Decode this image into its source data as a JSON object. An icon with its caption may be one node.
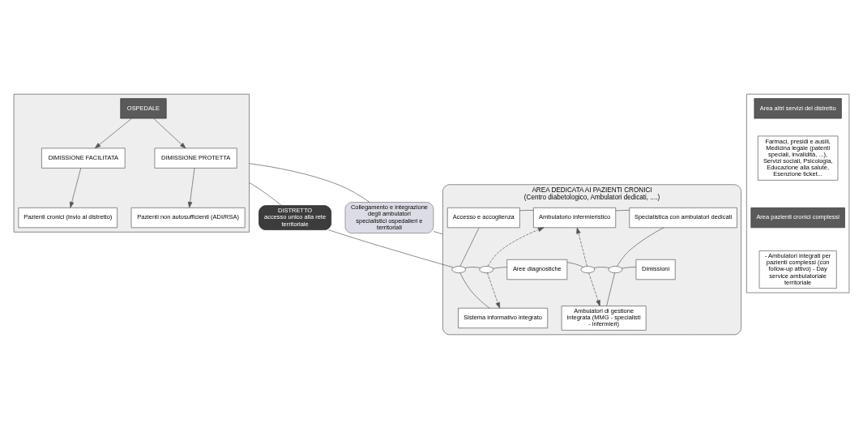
{
  "diagram": {
    "nodes": [
      {
        "text": [],
        "shape": "box"
      },
      {
        "text": [
          "OSPEDALE"
        ],
        "in": 0
      },
      {
        "text": [
          "DIMISSIONE FACILITATA"
        ],
        "in": 0
      },
      {
        "text": [
          "DIMISSIONE PROTETTA"
        ],
        "in": 0
      },
      {
        "text": [
          "Pazienti cronici (invio al distretto)"
        ],
        "in": 0
      },
      {
        "text": [
          "Pazienti non autosufficienti (ADI/RSA)"
        ],
        "in": 0
      },
      {
        "text": [
          "Collegamento e integrazione degli ambulatori specialistici ospedalieri e territoriali"
        ]
      },
      {
        "text": [
          "AREA DEDICATA AI PAZIENTI CRONICI",
          "(Centro diabetologico, Ambulatori dedicati, ....)"
        ]
      },
      {
        "text": [
          "Accesso e accoglienza"
        ],
        "in": 7
      },
      {
        "text": [
          "Ambulatorio infermieristico"
        ],
        "in": 7
      },
      {
        "text": [
          "Specialistica con ambulatori dedicati"
        ],
        "in": 7
      },
      {
        "text": [],
        "shape": "ellipse",
        "in": 7
      },
      {
        "text": [],
        "shape": "ellipse",
        "in": 7
      },
      {
        "text": [
          "Aree diagnostiche"
        ],
        "in": 7
      },
      {
        "text": [],
        "shape": "ellipse",
        "in": 7
      },
      {
        "text": [],
        "shape": "ellipse",
        "in": 7
      },
      {
        "text": [
          "Dimissioni"
        ],
        "in": 7
      },
      {
        "text": [
          "Sistema informativo integrato"
        ],
        "in": 7
      },
      {
        "text": [
          "Ambulatori di gestione integrata (MMG - specialisti - infermieri)"
        ],
        "in": 7
      },
      {
        "text": [
          "DISTRETTO",
          "accesso unico alla rete territoriale"
        ]
      },
      {
        "text": [],
        "shape": "box"
      },
      {
        "text": [
          "Area altri servizi del distretto"
        ],
        "in": 20
      },
      {
        "text": [
          "Farmaci, presidi e ausili, Medicina legale (patenti speciali, invalidità, ...), Servizi sociali, Psicologia, Educazione alla salute, Esenzione ticket..."
        ],
        "in": 20
      },
      {
        "text": [
          "Area pazienti cronici complessi"
        ],
        "in": 20
      },
      {
        "text": [
          "- Ambulatori integrati per pazienti complessi (con follow-up attivo) - Day service ambulatoriale territoriale"
        ],
        "in": 20
      }
    ],
    "edges": [
      {
        "from": 1,
        "to": 2,
        "arrow": "to"
      },
      {
        "from": 1,
        "to": 3,
        "arrow": "to"
      },
      {
        "from": 2,
        "to": 4,
        "arrow": "to"
      },
      {
        "from": 3,
        "to": 5,
        "arrow": "to"
      },
      {
        "from": 0,
        "to": 6,
        "arrow": "none"
      },
      {
        "from": 6,
        "to": 7,
        "arrow": "none"
      },
      {
        "from": 0,
        "to": 19,
        "arrow": "none"
      },
      {
        "from": 19,
        "to": 11,
        "arrow": "none"
      },
      {
        "from": 11,
        "to": 12,
        "arrow": "none"
      },
      {
        "from": 12,
        "to": 13,
        "arrow": "none"
      },
      {
        "from": 13,
        "to": 14,
        "arrow": "none"
      },
      {
        "from": 14,
        "to": 15,
        "arrow": "none"
      },
      {
        "from": 15,
        "to": 16,
        "arrow": "none"
      },
      {
        "from": 8,
        "to": 11,
        "arrow": "none"
      },
      {
        "from": 11,
        "to": 17,
        "arrow": "none"
      },
      {
        "from": 10,
        "to": 15,
        "arrow": "none"
      },
      {
        "from": 15,
        "to": 18,
        "arrow": "none"
      },
      {
        "from": 8,
        "to": 9,
        "arrow": "none"
      },
      {
        "from": 9,
        "to": 10,
        "arrow": "none"
      },
      {
        "from": 12,
        "to": 9,
        "arrow": "to",
        "style": "dashed"
      },
      {
        "from": 12,
        "to": 17,
        "arrow": "to",
        "style": "dashed"
      },
      {
        "from": 14,
        "to": 9,
        "arrow": "to",
        "style": "dashed"
      },
      {
        "from": 14,
        "to": 18,
        "arrow": "to",
        "style": "dashed"
      }
    ]
  }
}
